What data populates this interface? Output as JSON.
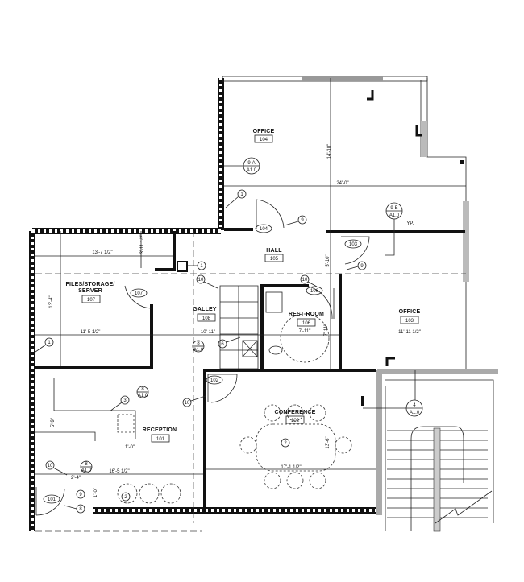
{
  "rooms": {
    "office_104": {
      "name": "OFFICE",
      "number": "104"
    },
    "hall_105": {
      "name": "HALL",
      "number": "105"
    },
    "office_103": {
      "name": "OFFICE",
      "number": "103"
    },
    "rest_room_106": {
      "name": "REST ROOM",
      "number": "106"
    },
    "files_107": {
      "name_line1": "FILES/STORAGE/",
      "name_line2": "SERVER",
      "number": "107"
    },
    "galley_108": {
      "name": "GALLEY",
      "number": "108"
    },
    "reception_101": {
      "name": "RECEPTION",
      "number": "101"
    },
    "conference_102": {
      "name": "CONFERENCE",
      "number": "102"
    }
  },
  "door_tags": [
    "104",
    "103",
    "106",
    "107",
    "102",
    "101"
  ],
  "dimensions": {
    "office_104_height": "14'-10\"",
    "office_104_width": "24'-0\"",
    "hall_height": "5'-10\"",
    "rest_room_width": "7'-11\"",
    "rest_room_height": "7'-11\"",
    "office_103_width": "11'-11 1/2\"",
    "files_top_width": "13'-7 1/2\"",
    "files_notch": "3'-11 1/2\"",
    "files_height": "13'-4\"",
    "files_width": "11'-5 1/2\"",
    "galley_width": "10'-11\"",
    "reception_counter": "1'-0\"",
    "reception_depth": "5'-9\"",
    "reception_width": "16'-5 1/2\"",
    "entry_width": "2'-4\"",
    "entry_height": "1'-0\"",
    "conference_height": "13'-6\"",
    "conference_width": "17'-1 1/2\""
  },
  "keynotes": {
    "k1a": "1",
    "k1b": "1",
    "k1c": "1",
    "k9a": "9",
    "k9b": "9",
    "k9c": "9",
    "k10a": "10",
    "k10b": "10",
    "k10c": "10",
    "k10d": "10",
    "k6": "6",
    "k3": "3",
    "k2a": "2",
    "k2b": "2",
    "k8": "8"
  },
  "section_markers": {
    "s9a": {
      "top": "9-A",
      "bottom": "A1.0"
    },
    "s9b": {
      "top": "9-B",
      "bottom": "A1.0",
      "note": "TYP."
    },
    "s4": {
      "top": "4",
      "bottom": "A1.0"
    },
    "e8a": {
      "top": "8",
      "bottom": "A1.0"
    },
    "e8b": {
      "top": "8",
      "bottom": "A1.0"
    },
    "e8c": {
      "top": "8",
      "bottom": "A1.0"
    }
  }
}
